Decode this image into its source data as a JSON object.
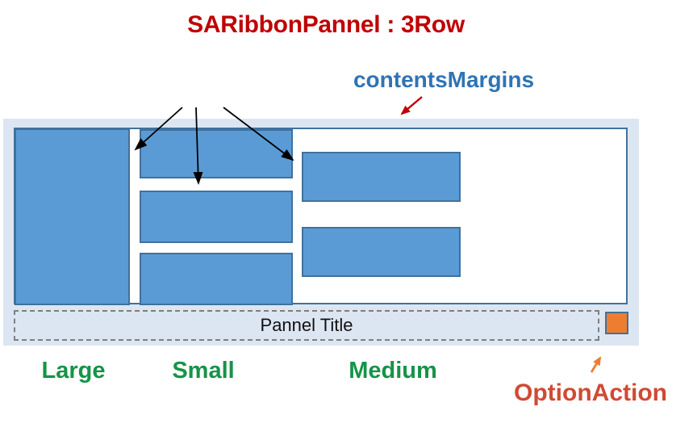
{
  "title": "SARibbonPannel : 3Row",
  "labels": {
    "contents_margins": "contentsMargins",
    "large": "Large",
    "small": "Small",
    "medium": "Medium",
    "option_action": "OptionAction"
  },
  "panel": {
    "title": "Pannel Title"
  },
  "colors": {
    "title_red": "#c00000",
    "contents_margins_blue": "#2e74b5",
    "size_label_green": "#169348",
    "option_action_red": "#d04a33",
    "button_fill": "#5b9bd5",
    "button_border": "#41719c",
    "panel_margin_fill": "#dce6f2",
    "content_border": "#41719c",
    "dashed_border_gray": "#7f7f7f",
    "option_button_orange": "#ed7d31",
    "arrow_black": "#000000",
    "arrow_red": "#c00000",
    "arrow_orange": "#ed7d31"
  }
}
